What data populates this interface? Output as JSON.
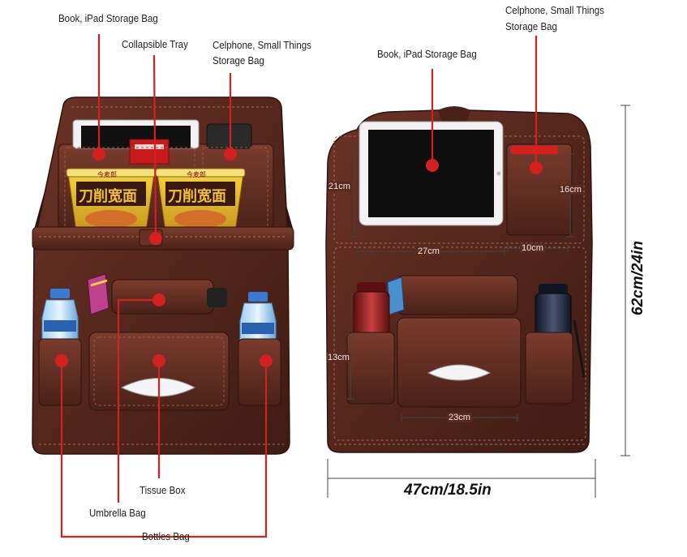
{
  "colors": {
    "leather": "#5a2a20",
    "leather_dark": "#3e1b14",
    "leather_light": "#7a3b2e",
    "callout_red": "#d42020",
    "dimension_line": "#444444"
  },
  "callouts_front": {
    "book_ipad": "Book, iPad Storage Bag",
    "tray": "Collapsible Tray",
    "celphone_line1": "Celphone, Small Things",
    "celphone_line2": "Storage Bag",
    "tissue_box": "Tissue Box",
    "umbrella_bag": "Umbrella Bag",
    "bottles_bag": "Bottles Bag"
  },
  "callouts_back": {
    "book_ipad": "Book, iPad Storage Bag",
    "celphone_line1": "Celphone, Small Things",
    "celphone_line2": "Storage Bag"
  },
  "dimensions": {
    "d21": "21cm",
    "d16": "16cm",
    "d27": "27cm",
    "d10": "10cm",
    "d13": "13cm",
    "d23": "23cm",
    "height": "62cm/24in",
    "width": "47cm/18.5in"
  },
  "product_text": {
    "noodle_brand": "今麦郎",
    "noodle_name": "刀削宽面"
  }
}
